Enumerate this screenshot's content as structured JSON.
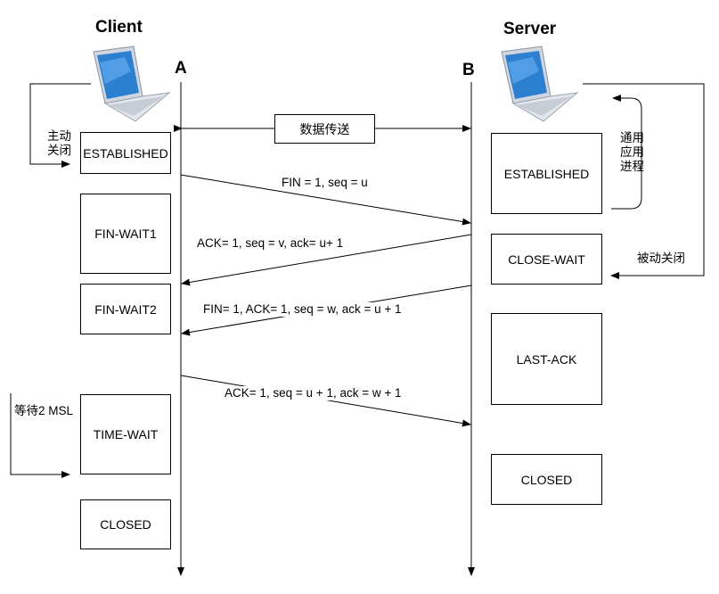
{
  "client": {
    "title": "Client",
    "node": "A",
    "icon": "laptop-icon"
  },
  "server": {
    "title": "Server",
    "node": "B",
    "icon": "laptop-icon"
  },
  "data_transfer": "数据传送",
  "client_states": [
    "ESTABLISHED",
    "FIN-WAIT1",
    "FIN-WAIT2",
    "TIME-WAIT",
    "CLOSED"
  ],
  "server_states": [
    "ESTABLISHED",
    "CLOSE-WAIT",
    "LAST-ACK",
    "CLOSED"
  ],
  "messages": [
    {
      "label": "FIN = 1,  seq = u",
      "from": "A",
      "to": "B"
    },
    {
      "label": "ACK= 1,  seq = v,   ack= u+ 1",
      "from": "B",
      "to": "A"
    },
    {
      "label": "FIN= 1,   ACK= 1,   seq = w,   ack = u + 1",
      "from": "B",
      "to": "A"
    },
    {
      "label": "ACK= 1,  seq = u + 1,   ack = w + 1",
      "from": "A",
      "to": "B"
    }
  ],
  "notes": {
    "active_close": "主动关闭",
    "notify_app": "通用应用进程",
    "passive_close": "被动关闭",
    "wait_2msl": "等待2 MSL"
  }
}
